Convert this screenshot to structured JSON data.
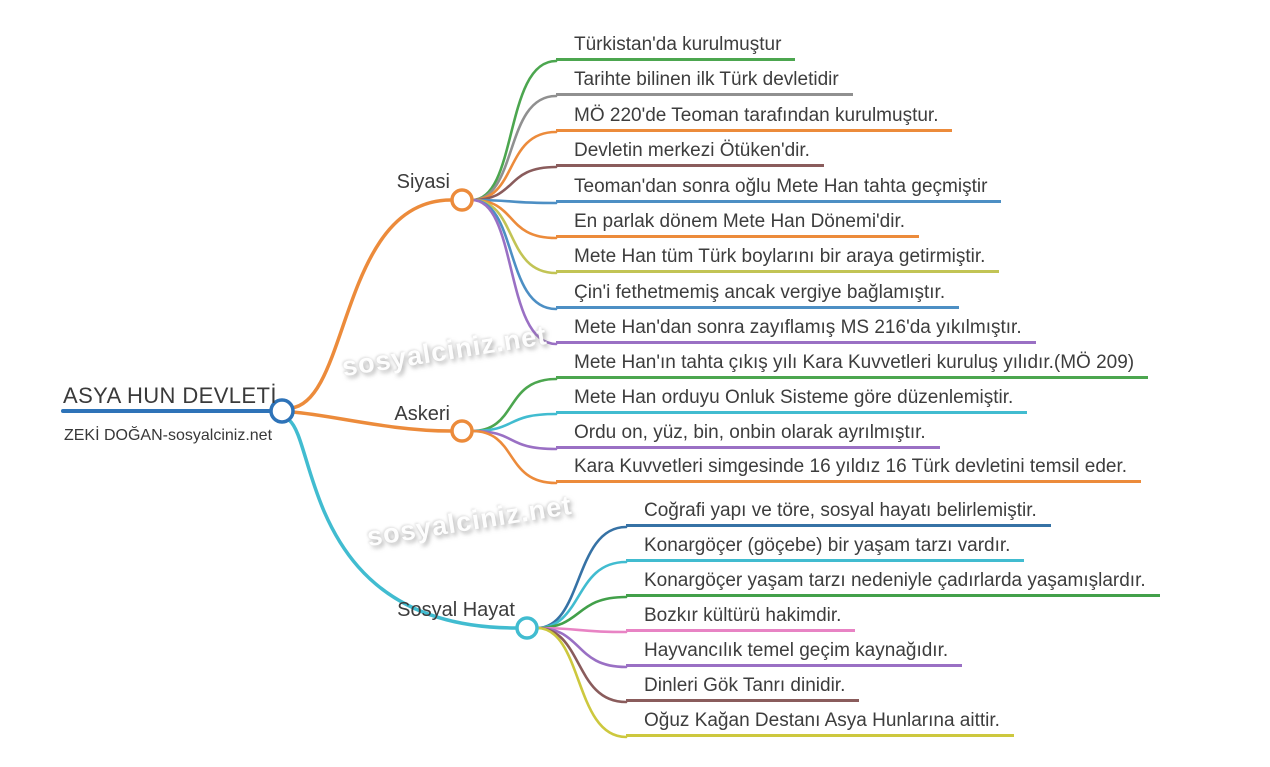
{
  "root": {
    "title": "ASYA HUN DEVLETİ",
    "subtitle": "ZEKİ DOĞAN-sosyalciniz.net",
    "color": "#2e73b8"
  },
  "watermark": {
    "text": "sosyalciniz.net"
  },
  "branches": [
    {
      "label": "Siyasi",
      "slug": "siyasi",
      "color": "#ec8b3b",
      "leaves": [
        {
          "text": "Türkistan'da kurulmuştur",
          "color": "#4ca64f"
        },
        {
          "text": "Tarihte bilinen ilk Türk devletidir",
          "color": "#909090"
        },
        {
          "text": "MÖ 220'de Teoman tarafından kurulmuştur.",
          "color": "#ec8b3b"
        },
        {
          "text": "Devletin merkezi Ötüken'dir.",
          "color": "#8a5c5c"
        },
        {
          "text": "Teoman'dan sonra oğlu Mete Han tahta geçmiştir",
          "color": "#4d8fc4"
        },
        {
          "text": "En parlak dönem Mete Han Dönemi'dir.",
          "color": "#ec8b3b"
        },
        {
          "text": "Mete Han tüm Türk boylarını bir araya getirmiştir.",
          "color": "#c2c455"
        },
        {
          "text": "Çin'i fethetmemiş ancak vergiye bağlamıştır.",
          "color": "#4d8fc4"
        },
        {
          "text": "Mete Han'dan sonra zayıflamış MS 216'da yıkılmıştır.",
          "color": "#9a70c4"
        }
      ]
    },
    {
      "label": "Askeri",
      "slug": "askeri",
      "color": "#ec8b3b",
      "leaves": [
        {
          "text": "Mete Han'ın tahta çıkış yılı Kara Kuvvetleri kuruluş yılıdır.(MÖ 209)",
          "color": "#4ca64f"
        },
        {
          "text": "Mete Han orduyu Onluk Sisteme göre düzenlemiştir.",
          "color": "#41bcd0"
        },
        {
          "text": "Ordu on, yüz, bin, onbin olarak ayrılmıştır.",
          "color": "#9a70c4"
        },
        {
          "text": "Kara Kuvvetleri simgesinde 16 yıldız 16 Türk devletini temsil eder.",
          "color": "#ec8b3b"
        }
      ]
    },
    {
      "label": "Sosyal Hayat",
      "slug": "sosyal-hayat",
      "color": "#41bcd0",
      "leaves": [
        {
          "text": "Coğrafi yapı ve töre, sosyal hayatı belirlemiştir.",
          "color": "#3672a5"
        },
        {
          "text": "Konargöçer (göçebe) bir yaşam tarzı vardır.",
          "color": "#41bcd0"
        },
        {
          "text": "Konargöçer yaşam tarzı nedeniyle çadırlarda yaşamışlardır.",
          "color": "#42a04a"
        },
        {
          "text": "Bozkır kültürü hakimdir.",
          "color": "#e883c4"
        },
        {
          "text": "Hayvancılık temel geçim kaynağıdır.",
          "color": "#9a70c4"
        },
        {
          "text": "Dinleri Gök Tanrı dinidir.",
          "color": "#8a5c5c"
        },
        {
          "text": "Oğuz Kağan Destanı Asya Hunlarına aittir.",
          "color": "#cdc83e"
        }
      ]
    }
  ]
}
